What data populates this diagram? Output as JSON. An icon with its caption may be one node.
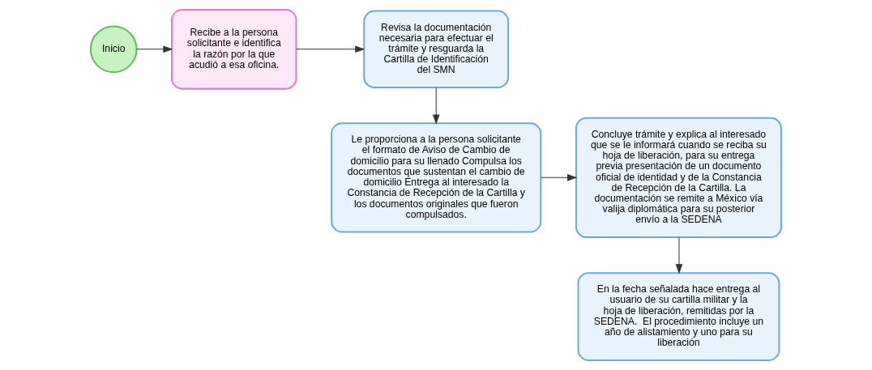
{
  "diagram": {
    "nodes": [
      {
        "text": [
          "Inicio"
        ]
      },
      {
        "text": [
          "Recibe a la persona solicitante e identifica la razón por la que acudió a esa oficina."
        ]
      },
      {
        "text": [
          "Revisa la documentación necesaria para efectuar el trámite y resguarda la Cartilla de Identificación del SMN"
        ]
      },
      {
        "text": [
          "Le proporciona a la persona solicitante el formato de Aviso de Cambio de domicilio para su llenado Compulsa los documentos que sustentan el cambio de domicilio Entrega al interesado la Constancia de Recepción de la Cartilla y los documentos originales que fueron compulsados."
        ]
      },
      {
        "text": [
          "Concluye trámite y explica al interesado que se le informará cuando se reciba su hoja de liberación, para su entrega previa presentación de un documento oficial de identidad y de la Constancia de Recepción de la Cartilla. La documentación se remite a México vía valija diplomática para su posterior envío a la SEDENA"
        ]
      },
      {
        "text": [
          "En la fecha señalada hace entrega al usuario de su cartilla militar y la hoja de liberación, remitidas por la SEDENA.  El procedimiento incluye un año de alistamiento y uno para su liberación"
        ]
      }
    ],
    "edges": [
      {
        "from": 0,
        "to": 1,
        "arrow": "to"
      },
      {
        "from": 1,
        "to": 2,
        "arrow": "to"
      },
      {
        "from": 2,
        "to": 3,
        "arrow": "to"
      },
      {
        "from": 3,
        "to": 4,
        "arrow": "to"
      },
      {
        "from": 4,
        "to": 5,
        "arrow": "to"
      }
    ]
  }
}
